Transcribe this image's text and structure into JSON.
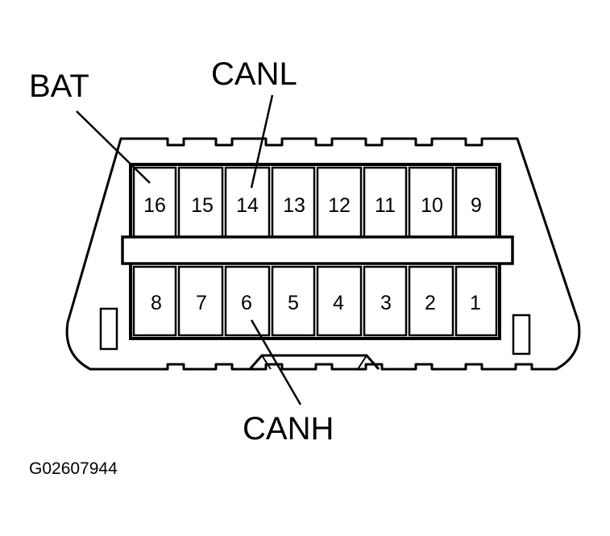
{
  "connector": {
    "top_row_pins": [
      "16",
      "15",
      "14",
      "13",
      "12",
      "11",
      "10",
      "9"
    ],
    "bottom_row_pins": [
      "8",
      "7",
      "6",
      "5",
      "4",
      "3",
      "2",
      "1"
    ]
  },
  "callouts": {
    "bat": "BAT",
    "canl": "CANL",
    "canh": "CANH"
  },
  "figure_id": "G02607944"
}
